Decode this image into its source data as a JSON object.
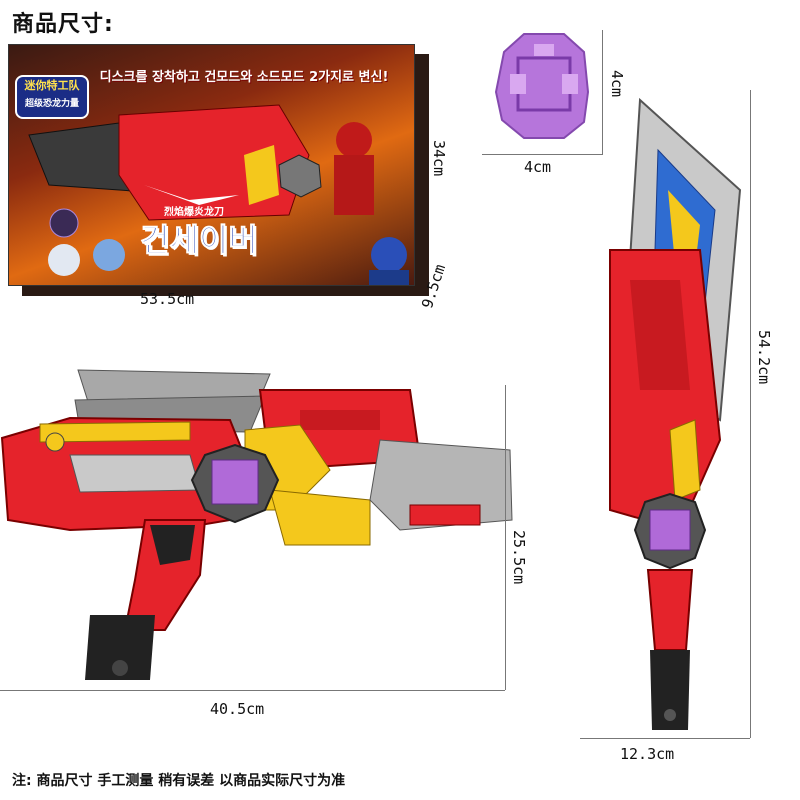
{
  "title": "商品尺寸:",
  "footer": "注: 商品尺寸 手工测量 稍有误差 以商品实际尺寸为准",
  "box": {
    "banner": "디스크를 장착하고 건모드와 소드모드 2가지로 변신!",
    "logo_line1": "迷你特工队",
    "logo_line2": "超级恐龙力量",
    "name_kr": "건세이버",
    "name_cn": "烈焰爆炎龙刀",
    "width": "53.5cm",
    "height": "34cm",
    "depth": "9.5cm"
  },
  "disc": {
    "width": "4cm",
    "height": "4cm"
  },
  "gun": {
    "width": "40.5cm",
    "height": "25.5cm"
  },
  "sword": {
    "width": "12.3cm",
    "height": "54.2cm"
  },
  "colors": {
    "red": "#e5232b",
    "yellow": "#f4c81c",
    "silver": "#a8a8a8",
    "purple": "#b06ad8",
    "black": "#222222"
  }
}
